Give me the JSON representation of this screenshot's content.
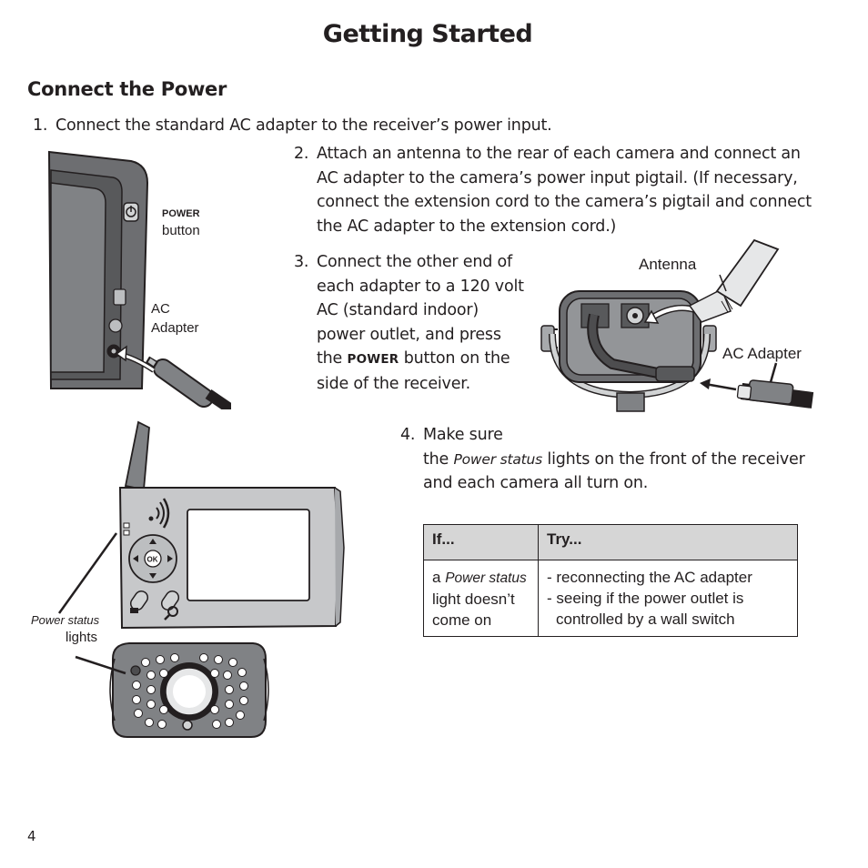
{
  "page": {
    "title": "Getting Started",
    "section_title": "Connect the Power",
    "page_number": "4"
  },
  "steps": [
    {
      "num": "1.",
      "lines": [
        "Connect the standard AC adapter to the receiver’s power input."
      ]
    },
    {
      "num": "2.",
      "lines": [
        "Attach an antenna to the rear of each camera and connect an",
        "AC adapter to the camera’s power input pigtail. (If necessary,",
        "connect the extension cord to the camera’s pigtail and connect",
        "the AC adapter to the extension cord.)"
      ]
    },
    {
      "num": "3.",
      "lines": [
        "Connect the other end of",
        "each adapter to a 120 volt",
        "AC (standard indoor)",
        "power outlet, and press"
      ],
      "line5_pre": "the ",
      "line5_caps": "POWER",
      "line5_post": " button on the",
      "line6": "side of the receiver."
    },
    {
      "num": "4.",
      "line1": "Make sure",
      "line2_pre": "the ",
      "line2_ital": "Power status",
      "line2_post": " lights on the front of the receiver",
      "line3": "and each camera all turn on."
    }
  ],
  "figures": {
    "receiver_side": {
      "power_label": "POWER",
      "button_label": "button",
      "ac_label_1": "AC",
      "ac_label_2": "Adapter"
    },
    "camera_rear": {
      "antenna_label": "Antenna",
      "ac_adapter_label": "AC Adapter"
    },
    "receiver_front": {
      "power_status_label": "Power status",
      "lights_label": "lights",
      "ok_label": "OK"
    }
  },
  "table": {
    "headers": [
      "If...",
      "Try..."
    ],
    "rows": [
      {
        "if_pre": "a ",
        "if_ital": "Power status",
        "if_lines": [
          "light doesn’t",
          "come on"
        ],
        "try": [
          "- reconnecting the AC adapter",
          "- seeing if the power outlet is",
          "controlled by a wall switch"
        ]
      }
    ]
  }
}
